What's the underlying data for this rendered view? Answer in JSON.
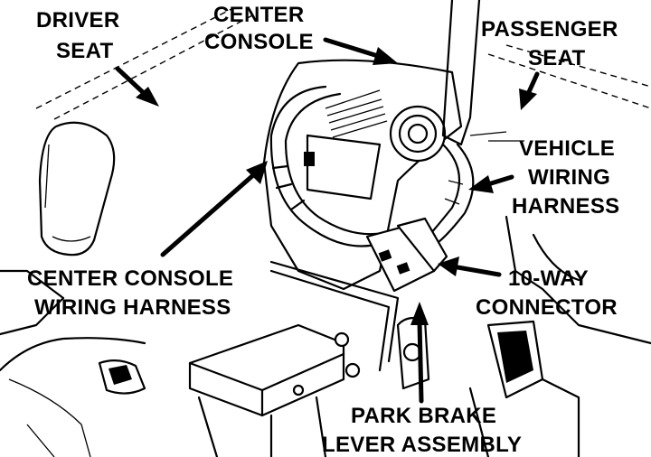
{
  "labels": {
    "driver_seat": [
      "DRIVER",
      "SEAT"
    ],
    "center_console": [
      "CENTER",
      "CONSOLE"
    ],
    "passenger_seat": [
      "PASSENGER",
      "SEAT"
    ],
    "vehicle_wiring_harness": [
      "VEHICLE",
      "WIRING",
      "HARNESS"
    ],
    "center_console_wiring_harness": [
      "CENTER CONSOLE",
      "WIRING HARNESS"
    ],
    "connector_10_way": [
      "10-WAY",
      "CONNECTOR"
    ],
    "park_brake_lever_assembly": [
      "PARK BRAKE",
      "LEVER ASSEMBLY"
    ]
  }
}
